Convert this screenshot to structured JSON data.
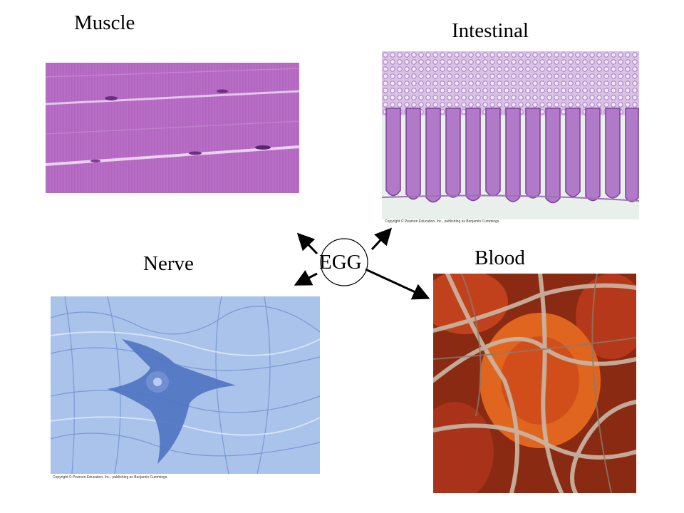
{
  "labels": {
    "muscle": "Muscle",
    "intestinal": "Intestinal",
    "nerve": "Nerve",
    "blood": "Blood",
    "center": "EGG"
  },
  "copyright": {
    "intestinal": "Copyright © Pearson Education, Inc., publishing as Benjamin Cummings",
    "nerve": "Copyright © Pearson Education, Inc., publishing as Benjamin Cummings"
  },
  "colors": {
    "muscle": "#b767c4",
    "intestinal": "#c9a6d9",
    "nerve": "#8fb1e0",
    "blood": "#c7401c",
    "arrow": "#000000"
  }
}
